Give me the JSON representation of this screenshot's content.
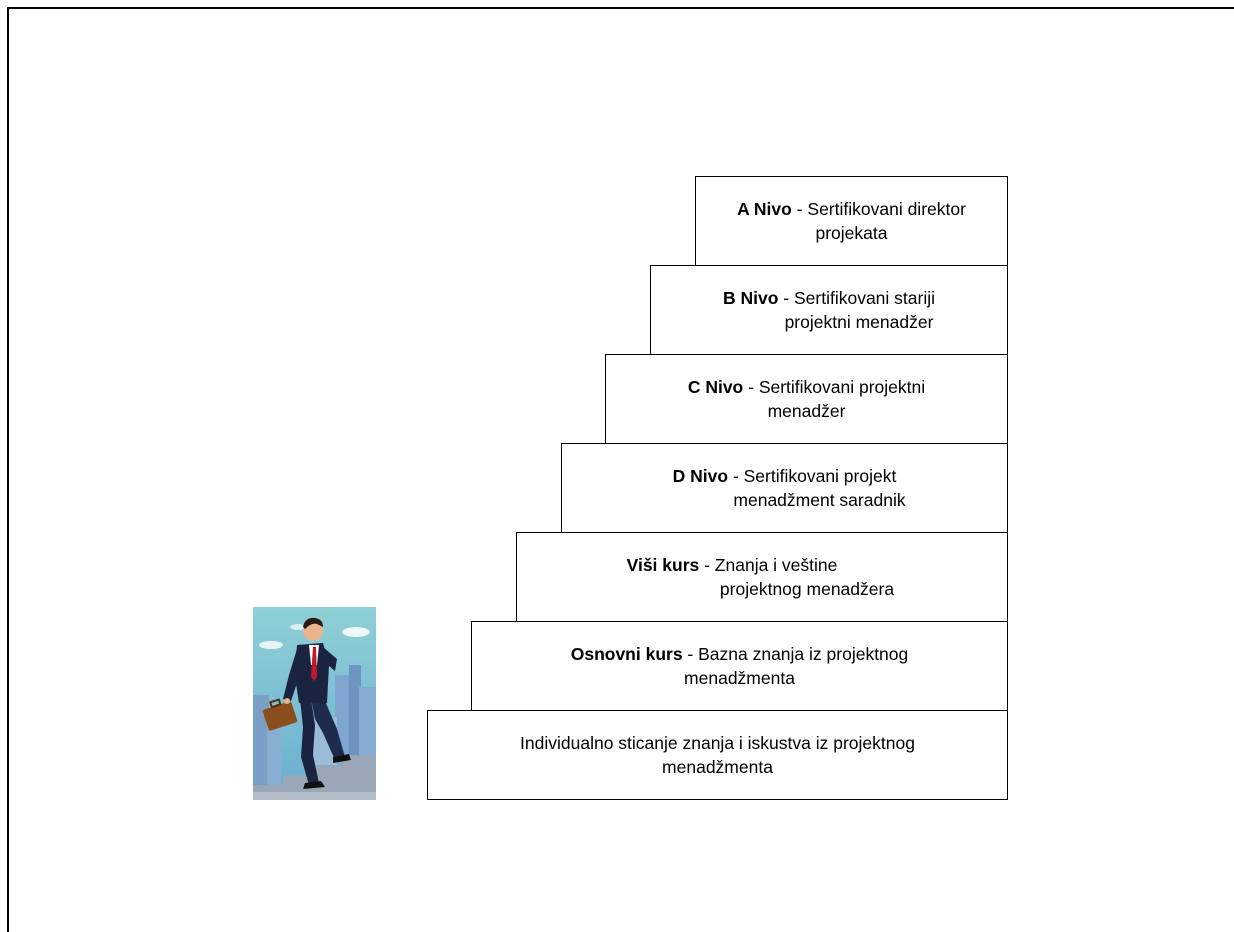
{
  "steps": [
    {
      "bold": "A Nivo",
      "rest": " - Sertifikovani direktor",
      "line2": "projekata"
    },
    {
      "bold": "B Nivo",
      "rest": " - Sertifikovani stariji",
      "line2": "projektni menadžer"
    },
    {
      "bold": "C Nivo",
      "rest": " - Sertifikovani projektni",
      "line2": "menadžer"
    },
    {
      "bold": "D Nivo",
      "rest": " - Sertifikovani projekt",
      "line2": "menadžment saradnik"
    },
    {
      "bold": "Viši kurs",
      "rest": " - Znanja i veštine",
      "line2": "projektnog menadžera"
    },
    {
      "bold": "Osnovni kurs",
      "rest": " - Bazna znanja iz projektnog",
      "line2": "menadžmenta"
    },
    {
      "bold": "",
      "rest": "Individualno sticanje znanja i  iskustva iz projektnog",
      "line2": "menadžmenta"
    }
  ],
  "illustration": {
    "icon": "businessman-climbing-stairs-icon",
    "sky_color": "#7fc3cf",
    "suit_color": "#1a2340"
  }
}
